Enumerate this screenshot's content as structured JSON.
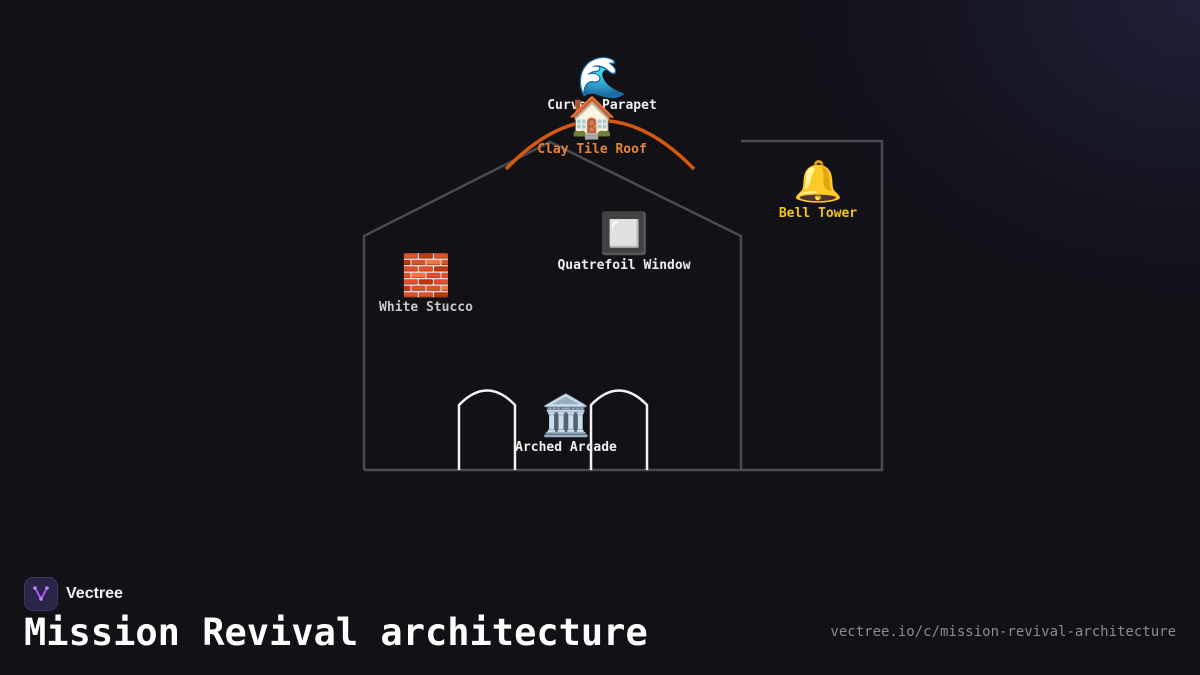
{
  "brand": {
    "name": "Vectree",
    "logo_icon": "tree-branch-icon",
    "logo_color": "#a855f7"
  },
  "title": "Mission Revival architecture",
  "url": "vectree.io/c/mission-revival-architecture",
  "colors": {
    "background": "#111116",
    "outline": "#4a4a52",
    "roof_arc": "#d4580f",
    "arch": "#f2f2f2"
  },
  "nodes": {
    "parapet": {
      "label": "Curved Parapet",
      "icon": "wave-icon",
      "emoji": "🌊",
      "color": "#f0f0f0"
    },
    "roof": {
      "label": "Clay Tile Roof",
      "icon": "house-icon",
      "emoji": "🏠",
      "color": "#e8833a"
    },
    "bell": {
      "label": "Bell Tower",
      "icon": "bell-icon",
      "emoji": "🔔",
      "color": "#f5c518"
    },
    "window": {
      "label": "Quatrefoil Window",
      "icon": "window-square-icon",
      "emoji": "🔲",
      "color": "#f0f0f0"
    },
    "stucco": {
      "label": "White Stucco",
      "icon": "brick-icon",
      "emoji": "🧱",
      "color": "#c8c8cc"
    },
    "arcade": {
      "label": "Arched Arcade",
      "icon": "classical-building-icon",
      "emoji": "🏛️",
      "color": "#f0f0f0"
    }
  }
}
